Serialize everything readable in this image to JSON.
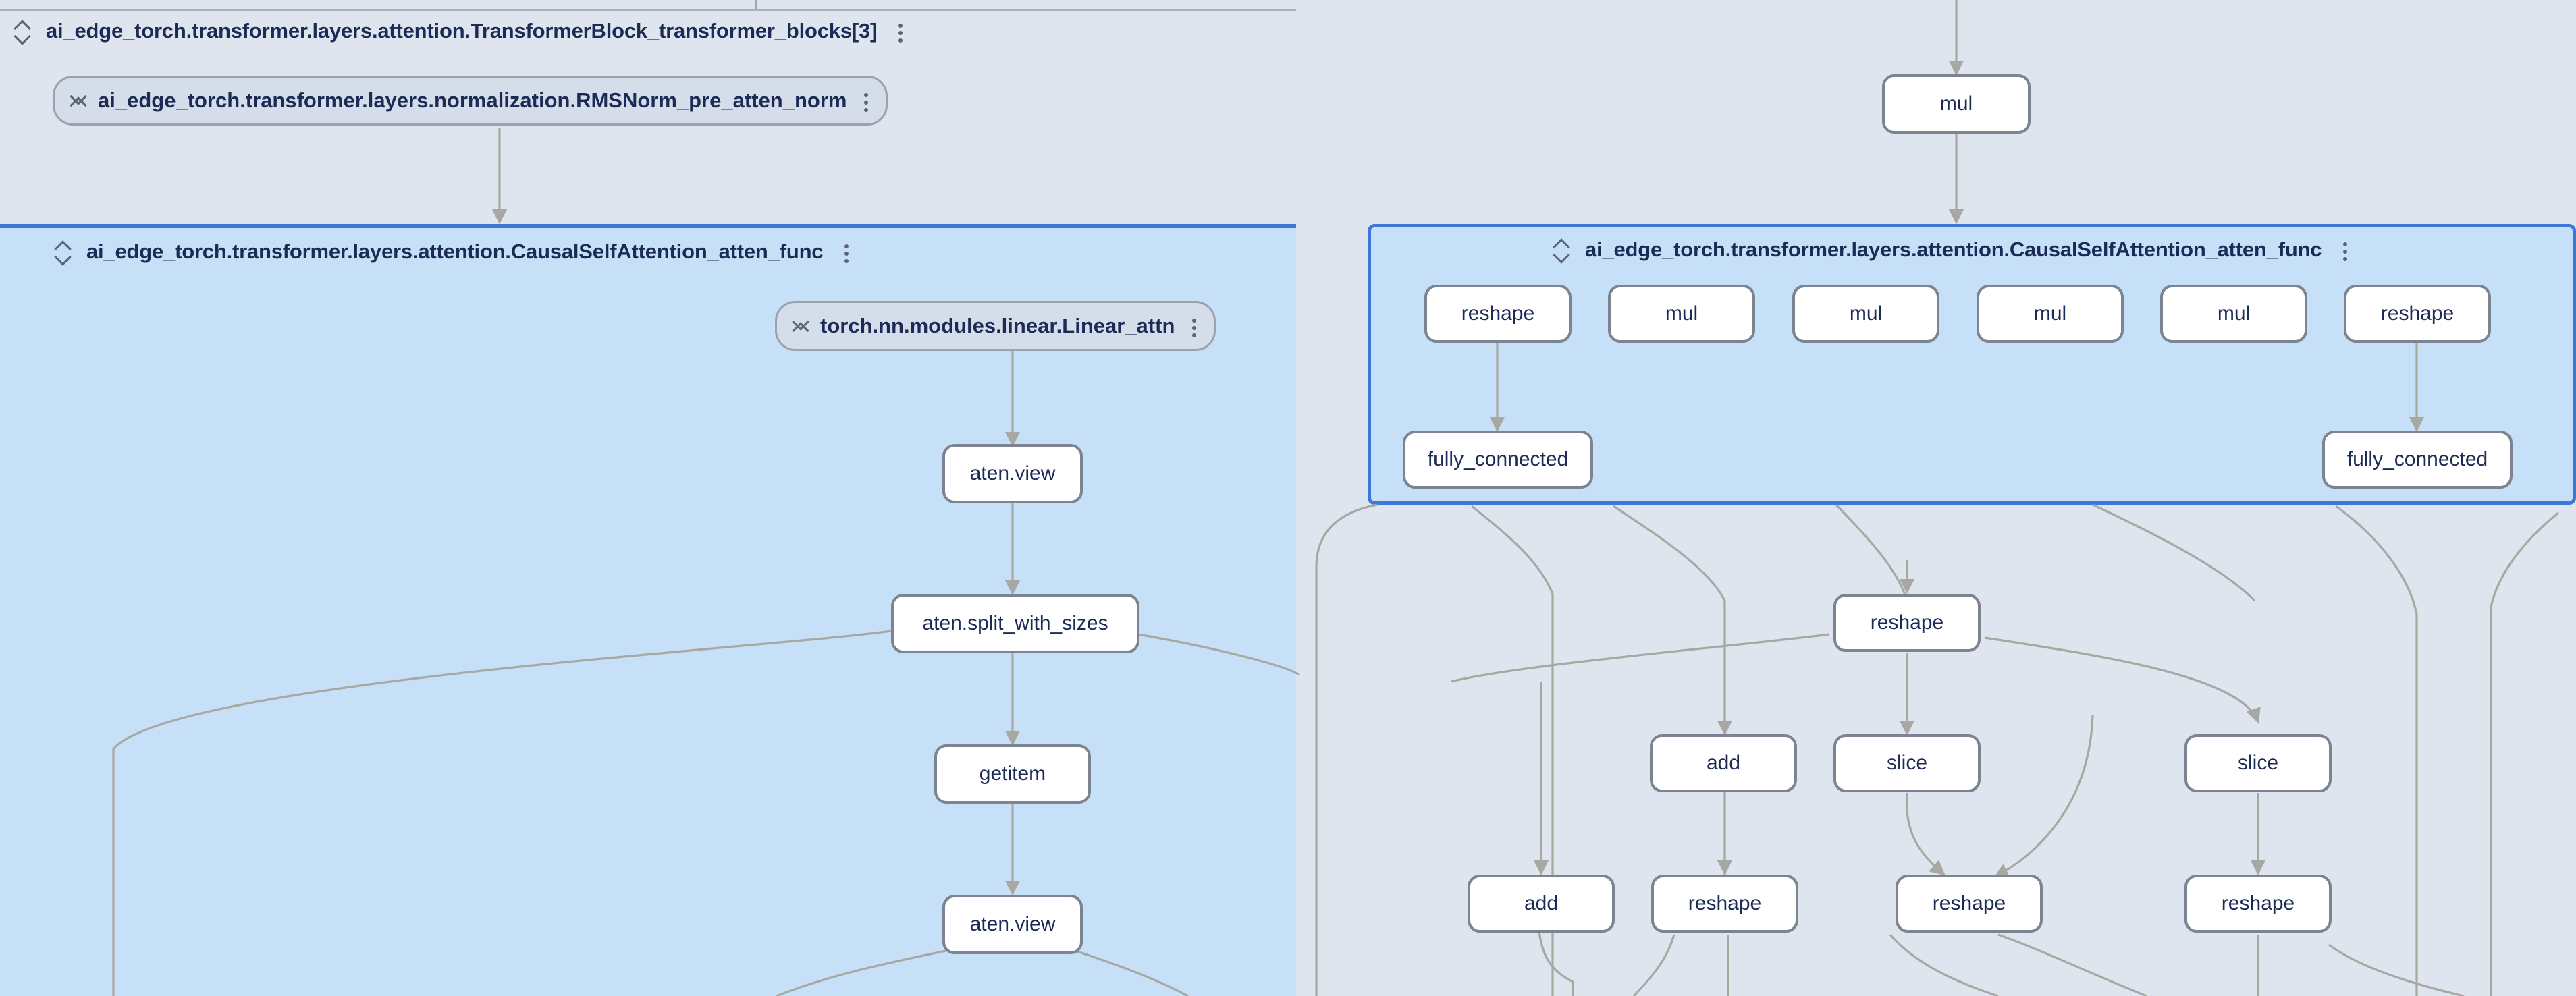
{
  "app": {
    "name": "model-graph-viewer",
    "colors": {
      "canvas_bg": "#dfe5ee",
      "group_bg": "#dfe5ee",
      "selected_group_bg": "#c6e0f7",
      "selected_group_border": "#3b78d8",
      "node_bg": "#ffffff",
      "node_border": "#7b8490",
      "module_node_bg": "#d4dde9",
      "edge_color": "#a8a8a3",
      "text_color": "#1b2b55"
    }
  },
  "graph": {
    "groups": [
      {
        "id": "transformer-block",
        "title": "ai_edge_torch.transformer.layers.attention.TransformerBlock_transformer_blocks[3]",
        "state": "expanded",
        "selected": false,
        "icon": "collapse-icon",
        "menu_icon": "kebab-icon"
      },
      {
        "id": "causal-self-attention-left",
        "title": "ai_edge_torch.transformer.layers.attention.CausalSelfAttention_atten_func",
        "state": "expanded",
        "selected": true,
        "icon": "collapse-icon",
        "menu_icon": "kebab-icon"
      },
      {
        "id": "causal-self-attention-right",
        "title": "ai_edge_torch.transformer.layers.attention.CausalSelfAttention_atten_func",
        "state": "expanded",
        "selected": true,
        "icon": "collapse-icon",
        "menu_icon": "kebab-icon"
      }
    ],
    "module_nodes": [
      {
        "id": "rmsnorm",
        "title": "ai_edge_torch.transformer.layers.normalization.RMSNorm_pre_atten_norm",
        "icon": "expand-icon",
        "menu_icon": "kebab-icon"
      },
      {
        "id": "linear-attn",
        "title": "torch.nn.modules.linear.Linear_attn",
        "icon": "expand-icon",
        "menu_icon": "kebab-icon"
      }
    ],
    "op_nodes": [
      {
        "id": "mul-top",
        "label": "mul"
      },
      {
        "id": "reshape-r1",
        "label": "reshape"
      },
      {
        "id": "mul-r1",
        "label": "mul"
      },
      {
        "id": "mul-r2",
        "label": "mul"
      },
      {
        "id": "mul-r3",
        "label": "mul"
      },
      {
        "id": "mul-r4",
        "label": "mul"
      },
      {
        "id": "reshape-r2",
        "label": "reshape"
      },
      {
        "id": "fc-left",
        "label": "fully_connected"
      },
      {
        "id": "fc-right",
        "label": "fully_connected"
      },
      {
        "id": "aten-view-1",
        "label": "aten.view"
      },
      {
        "id": "aten-split",
        "label": "aten.split_with_sizes"
      },
      {
        "id": "getitem",
        "label": "getitem"
      },
      {
        "id": "aten-view-2",
        "label": "aten.view"
      },
      {
        "id": "reshape-mid",
        "label": "reshape"
      },
      {
        "id": "add-1",
        "label": "add"
      },
      {
        "id": "slice-1",
        "label": "slice"
      },
      {
        "id": "slice-2",
        "label": "slice"
      },
      {
        "id": "add-2",
        "label": "add"
      },
      {
        "id": "reshape-b1",
        "label": "reshape"
      },
      {
        "id": "reshape-b2",
        "label": "reshape"
      },
      {
        "id": "reshape-b3",
        "label": "reshape"
      }
    ]
  },
  "chart_data": {
    "type": "diagram",
    "title": "ai_edge_torch TransformerBlock attention subgraph",
    "nodes": [
      "ai_edge_torch.transformer.layers.attention.TransformerBlock_transformer_blocks[3]",
      "ai_edge_torch.transformer.layers.normalization.RMSNorm_pre_atten_norm",
      "ai_edge_torch.transformer.layers.attention.CausalSelfAttention_atten_func",
      "torch.nn.modules.linear.Linear_attn",
      "aten.view",
      "aten.split_with_sizes",
      "getitem",
      "aten.view",
      "mul",
      "reshape",
      "mul",
      "mul",
      "mul",
      "mul",
      "reshape",
      "fully_connected",
      "fully_connected",
      "reshape",
      "add",
      "slice",
      "slice",
      "add",
      "reshape",
      "reshape",
      "reshape"
    ],
    "edges": [
      [
        "RMSNorm_pre_atten_norm",
        "CausalSelfAttention_atten_func(left)"
      ],
      [
        "Linear_attn",
        "aten.view"
      ],
      [
        "aten.view",
        "aten.split_with_sizes"
      ],
      [
        "aten.split_with_sizes",
        "getitem"
      ],
      [
        "getitem",
        "aten.view"
      ],
      [
        "mul(top)",
        "CausalSelfAttention_atten_func(right)"
      ],
      [
        "reshape(r1)",
        "fully_connected(left)"
      ],
      [
        "reshape(r2)",
        "fully_connected(right)"
      ],
      [
        "CausalSelfAttention_atten_func(right)",
        "reshape(mid)"
      ],
      [
        "reshape(mid)",
        "add"
      ],
      [
        "reshape(mid)",
        "slice"
      ],
      [
        "reshape(mid)",
        "slice"
      ],
      [
        "add",
        "reshape"
      ],
      [
        "slice",
        "reshape"
      ],
      [
        "slice",
        "reshape"
      ]
    ]
  }
}
